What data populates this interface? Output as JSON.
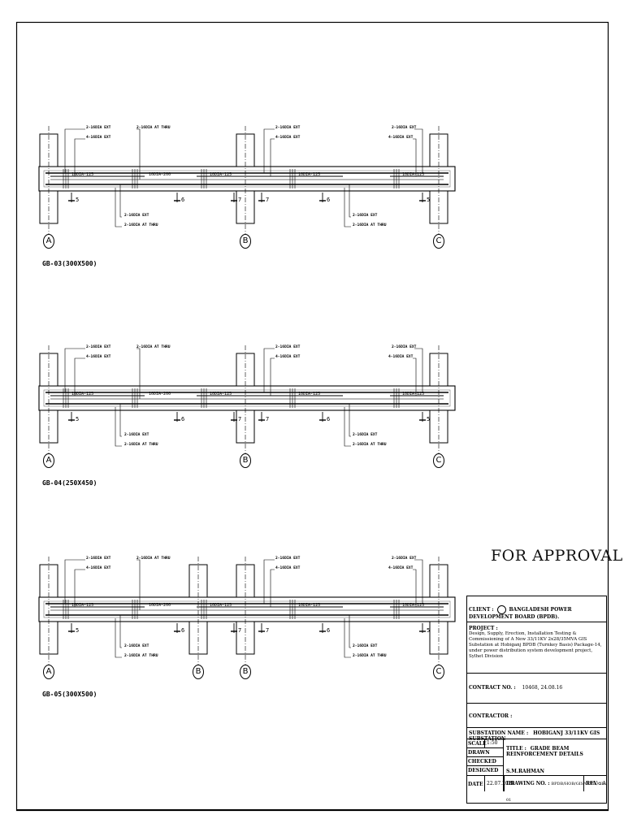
{
  "stamp": {
    "text": "FOR APPROVAL"
  },
  "beams": [
    {
      "label": "GB-03(300X500)",
      "grids": [
        "A",
        "B",
        "C"
      ],
      "notes_top_left": [
        "2-16DIA EXT",
        "4-16DIA EXT"
      ],
      "note_top_mid": "2-16DIA AT THRU",
      "notes_top_right1": [
        "2-16DIA EXT",
        "4-16DIA EXT"
      ],
      "notes_top_right2": [
        "2-16DIA EXT",
        "4-16DIA EXT"
      ],
      "notes_bottom_left": [
        "2-16DIA EXT",
        "2-16DIA AT THRU"
      ],
      "notes_bottom_right": [
        "2-16DIA EXT",
        "2-16DIA AT THRU"
      ],
      "stirrups": [
        "10DIA-125",
        "10DIA-200",
        "10DIA-125",
        "10DIA-125",
        "10DIA-125"
      ],
      "sections": [
        "5",
        "6",
        "7",
        "7",
        "6",
        "5"
      ]
    },
    {
      "label": "GB-04(250X450)",
      "grids": [
        "A",
        "B",
        "C"
      ],
      "notes_top_left": [
        "2-16DIA EXT",
        "4-16DIA EXT"
      ],
      "note_top_mid": "2-16DIA AT THRU",
      "notes_top_right1": [
        "2-16DIA EXT",
        "4-16DIA EXT"
      ],
      "notes_top_right2": [
        "2-16DIA EXT",
        "4-16DIA EXT"
      ],
      "notes_bottom_left": [
        "2-16DIA EXT",
        "2-16DIA AT THRU"
      ],
      "notes_bottom_right": [
        "2-16DIA EXT",
        "2-16DIA AT THRU"
      ],
      "stirrups": [
        "10DIA-125",
        "10DIA-200",
        "10DIA-125",
        "10DIA-125",
        "10DIA-125"
      ],
      "sections": [
        "5",
        "6",
        "7",
        "7",
        "6",
        "5"
      ]
    },
    {
      "label": "GB-05(300X500)",
      "grids": [
        "A",
        "B",
        "B",
        "C"
      ],
      "notes_top_left": [
        "2-16DIA EXT",
        "4-16DIA EXT"
      ],
      "note_top_mid": "2-16DIA AT THRU",
      "notes_top_right1": [
        "2-16DIA EXT",
        "4-16DIA EXT"
      ],
      "notes_top_right2": [
        "2-16DIA EXT",
        "4-16DIA EXT"
      ],
      "notes_bottom_left": [
        "2-16DIA EXT",
        "2-16DIA AT THRU"
      ],
      "notes_bottom_right": [
        "2-16DIA EXT",
        "2-16DIA AT THRU"
      ],
      "stirrups": [
        "10DIA-125",
        "10DIA-200",
        "10DIA-125",
        "10DIA-125",
        "10DIA-125"
      ],
      "sections": [
        "5",
        "6",
        "7",
        "7",
        "6",
        "5"
      ]
    }
  ],
  "title_block": {
    "client_label": "CLIENT :",
    "client_value": "BANGLADESH POWER DEVELOPMENT BOARD (BPDB).",
    "project_label": "PROJECT :",
    "project_value": "Design, Supply, Erection, Installation Testing & Commissioning of A New 33/11KV 2x28/35MVA GIS Substation at Hobiganj BPDB (Turnkey Basis) Package-14, under power distribution system development project, Sylhet Division",
    "contract_label": "CONTRACT NO. :",
    "contract_value": "10468, 24.08.16",
    "contractor_label": "CONTRACTOR :",
    "substation_label": "SUBSTATION NAME :",
    "substation_value": "HOBIGANJ 33/11KV GIS SUBSTATION",
    "scale_label": "SCALE",
    "scale_value": "1:50",
    "drawn_label": "DRAWN",
    "checked_label": "CHECKED",
    "designed_label": "DESIGNED",
    "designed_value": "S.M.RAHMAN",
    "title_label": "TITLE :",
    "title_value": "GRADE BEAM REINFORCEMENT DETAILS",
    "date_label": "DATE",
    "date_value": "22.07.2020",
    "drawing_label": "DRAWING NO. :",
    "drawing_value": "BPDB/HOB/GIS/CIVIL/GB-01",
    "rev_label": "REV :",
    "rev_value": "A"
  }
}
